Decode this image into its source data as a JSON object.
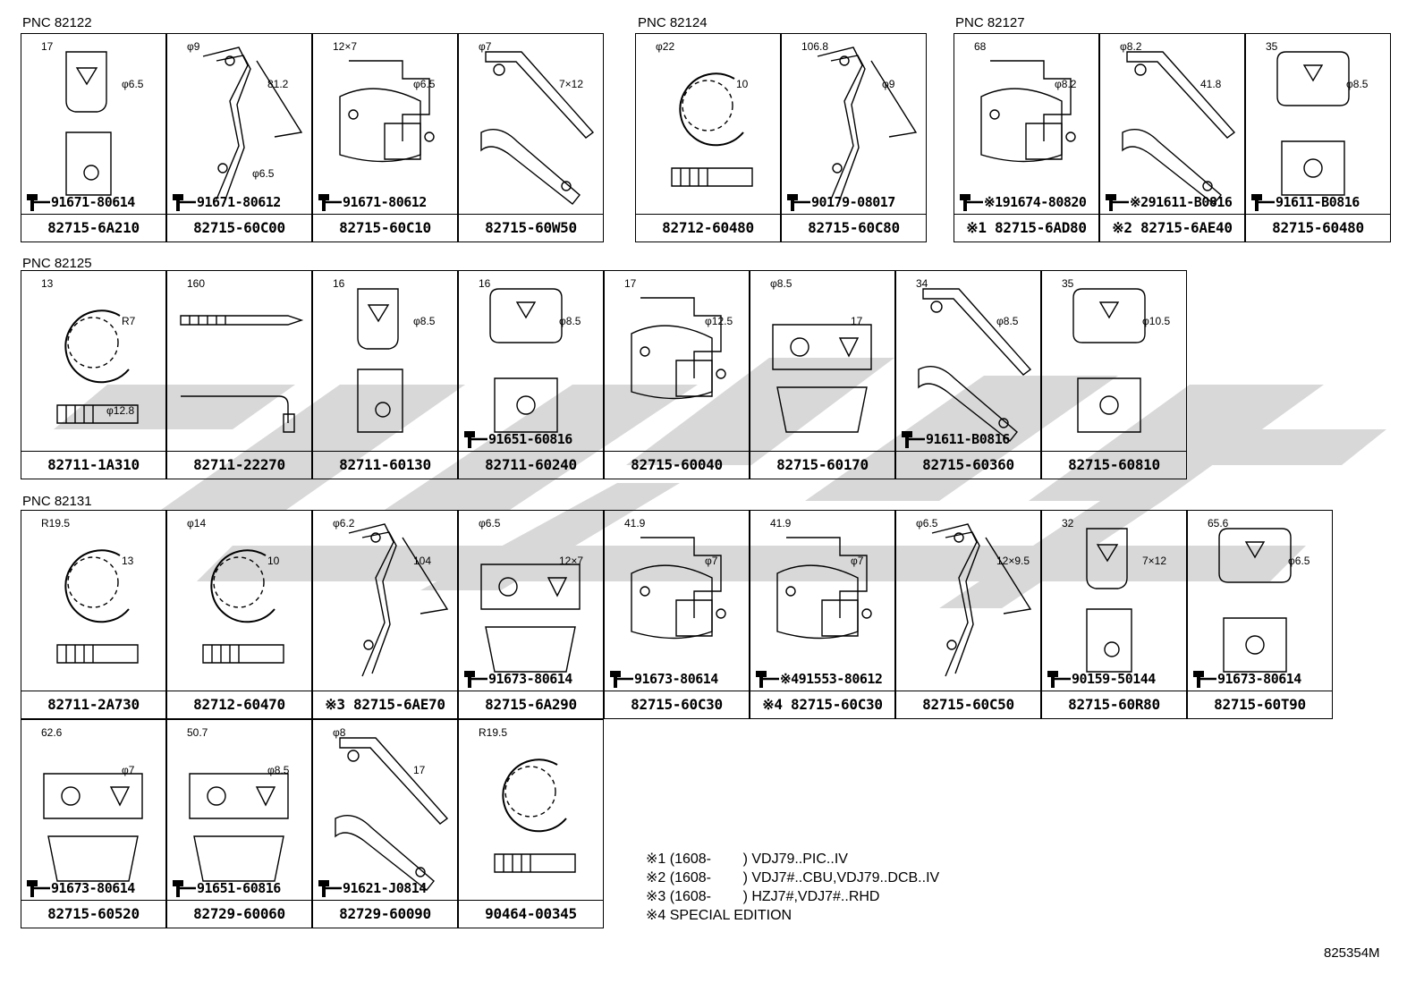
{
  "groups": [
    {
      "label": "PNC 82122",
      "parts": [
        {
          "part_number": "82715-6A210",
          "bolt": "91671-80614",
          "dims": [
            "17",
            "φ6.5"
          ],
          "icon": "clamp-bracket"
        },
        {
          "part_number": "82715-60C00",
          "bolt": "91671-80612",
          "dims": [
            "φ9",
            "81.2",
            "φ6.5"
          ],
          "icon": "long-bracket"
        },
        {
          "part_number": "82715-60C10",
          "bolt": "91671-80612",
          "dims": [
            "12×7",
            "φ6.5"
          ],
          "icon": "bent-bracket"
        },
        {
          "part_number": "82715-60W50",
          "bolt": "",
          "dims": [
            "φ7",
            "7×12"
          ],
          "icon": "angled-bracket"
        }
      ]
    },
    {
      "label": "PNC 82124",
      "parts": [
        {
          "part_number": "82712-60480",
          "bolt": "",
          "dims": [
            "φ22",
            "10"
          ],
          "icon": "pipe-clamp"
        },
        {
          "part_number": "82715-60C80",
          "bolt": "90179-08017",
          "dims": [
            "106.8",
            "φ9"
          ],
          "icon": "long-bracket"
        }
      ]
    },
    {
      "label": "PNC 82127",
      "parts": [
        {
          "part_number": "※1 82715-6AD80",
          "bolt": "※191674-80820",
          "dims": [
            "68",
            "φ8.2"
          ],
          "icon": "bent-bracket"
        },
        {
          "part_number": "※2 82715-6AE40",
          "bolt": "※291611-B0816",
          "dims": [
            "φ8.2",
            "41.8"
          ],
          "icon": "angled-bracket"
        },
        {
          "part_number": "82715-60480",
          "bolt": "91611-B0816",
          "dims": [
            "35",
            "φ8.5"
          ],
          "icon": "tab-bracket"
        }
      ]
    },
    {
      "label": "PNC 82125",
      "parts": [
        {
          "part_number": "82711-1A310",
          "bolt": "",
          "dims": [
            "13",
            "R7",
            "φ12.8"
          ],
          "icon": "pipe-clamp"
        },
        {
          "part_number": "82711-22270",
          "bolt": "",
          "dims": [
            "160"
          ],
          "icon": "band"
        },
        {
          "part_number": "82711-60130",
          "bolt": "",
          "dims": [
            "16",
            "φ8.5"
          ],
          "icon": "clamp-bracket"
        },
        {
          "part_number": "82711-60240",
          "bolt": "91651-60816",
          "dims": [
            "16",
            "φ8.5"
          ],
          "icon": "tab-bracket"
        },
        {
          "part_number": "82715-60040",
          "bolt": "",
          "dims": [
            "17",
            "φ12.5"
          ],
          "icon": "bent-bracket"
        },
        {
          "part_number": "82715-60170",
          "bolt": "",
          "dims": [
            "φ8.5",
            "17"
          ],
          "icon": "flat-plate"
        },
        {
          "part_number": "82715-60360",
          "bolt": "91611-B0816",
          "dims": [
            "34",
            "φ8.5"
          ],
          "icon": "angled-bracket"
        },
        {
          "part_number": "82715-60810",
          "bolt": "",
          "dims": [
            "35",
            "φ10.5"
          ],
          "icon": "tab-bracket"
        }
      ]
    },
    {
      "label": "PNC 82131",
      "parts": [
        {
          "part_number": "82711-2A730",
          "bolt": "",
          "dims": [
            "R19.5",
            "13"
          ],
          "icon": "pipe-clamp"
        },
        {
          "part_number": "82712-60470",
          "bolt": "",
          "dims": [
            "φ14",
            "10"
          ],
          "icon": "pipe-clamp"
        },
        {
          "part_number": "※3 82715-6AE70",
          "bolt": "",
          "dims": [
            "φ6.2",
            "104"
          ],
          "icon": "long-bracket"
        },
        {
          "part_number": "82715-6A290",
          "bolt": "91673-80614",
          "dims": [
            "φ6.5",
            "12×7"
          ],
          "icon": "flat-plate"
        },
        {
          "part_number": "82715-60C30",
          "bolt": "91673-80614",
          "dims": [
            "41.9",
            "φ7"
          ],
          "icon": "bent-bracket"
        },
        {
          "part_number": "※4 82715-60C30",
          "bolt": "※491553-80612",
          "dims": [
            "41.9",
            "φ7"
          ],
          "icon": "bent-bracket"
        },
        {
          "part_number": "82715-60C50",
          "bolt": "",
          "dims": [
            "φ6.5",
            "12×9.5"
          ],
          "icon": "long-bracket"
        },
        {
          "part_number": "82715-60R80",
          "bolt": "90159-50144",
          "dims": [
            "32",
            "7×12"
          ],
          "icon": "clamp-bracket"
        },
        {
          "part_number": "82715-60T90",
          "bolt": "91673-80614",
          "dims": [
            "65.6",
            "φ6.5"
          ],
          "icon": "tab-bracket"
        },
        {
          "part_number": "82715-60520",
          "bolt": "91673-80614",
          "dims": [
            "62.6",
            "φ7"
          ],
          "icon": "flat-plate"
        },
        {
          "part_number": "82729-60060",
          "bolt": "91651-60816",
          "dims": [
            "50.7",
            "φ8.5"
          ],
          "icon": "flat-plate"
        },
        {
          "part_number": "82729-60090",
          "bolt": "91621-J0814",
          "dims": [
            "φ8",
            "17"
          ],
          "icon": "angled-bracket"
        },
        {
          "part_number": "90464-00345",
          "bolt": "",
          "dims": [
            "R19.5"
          ],
          "icon": "pipe-clamp"
        }
      ]
    }
  ],
  "notes": [
    "※1 (1608-        ) VDJ79..PIC..IV",
    "※2 (1608-        ) VDJ7#..CBU,VDJ79..DCB..IV",
    "※3 (1608-        ) HZJ7#,VDJ7#..RHD",
    "※4 SPECIAL EDITION"
  ],
  "diagram_code": "825354M"
}
